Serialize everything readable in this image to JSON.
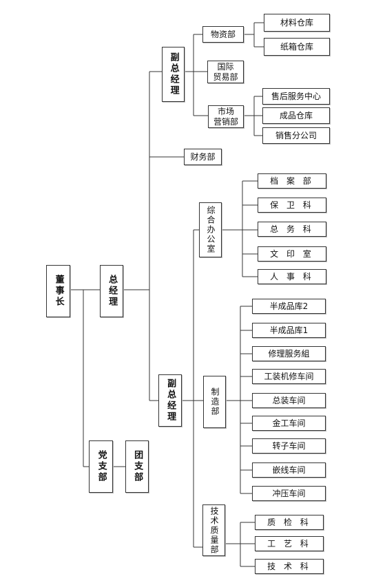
{
  "org": {
    "chairman": "董事长",
    "gm": "总经理",
    "party": "党支部",
    "league": "团支部",
    "vp1": "副总经理",
    "vp2": "副总经理",
    "finance": "财务部",
    "materials": "物资部",
    "material_wh": "材料仓库",
    "carton_wh": "纸箱仓库",
    "intl_trade": "国际\n贸易部",
    "marketing": "市场\n营销部",
    "after_sales": "售后服务中心",
    "finished_wh": "成品仓库",
    "sales_branch": "销售分公司",
    "general_office": "综合办公室",
    "archives": "档 案 部",
    "security": "保 卫 科",
    "general_affairs": "总 务 科",
    "print_room": "文 印 室",
    "hr": "人 事 科",
    "manufacturing": "制造部",
    "semi_wh2": "半成品库2",
    "semi_wh1": "半成品库1",
    "repair_group": "修理服务組",
    "tooling": "工装机修车间",
    "assembly": "总装车间",
    "metalwork": "金工车间",
    "rotor": "转子车间",
    "winding": "嵌线车间",
    "stamping": "冲压车间",
    "tech_quality": "技术质量部",
    "qc": "质 检 科",
    "process": "工 艺 科",
    "tech": "技 术 科"
  }
}
